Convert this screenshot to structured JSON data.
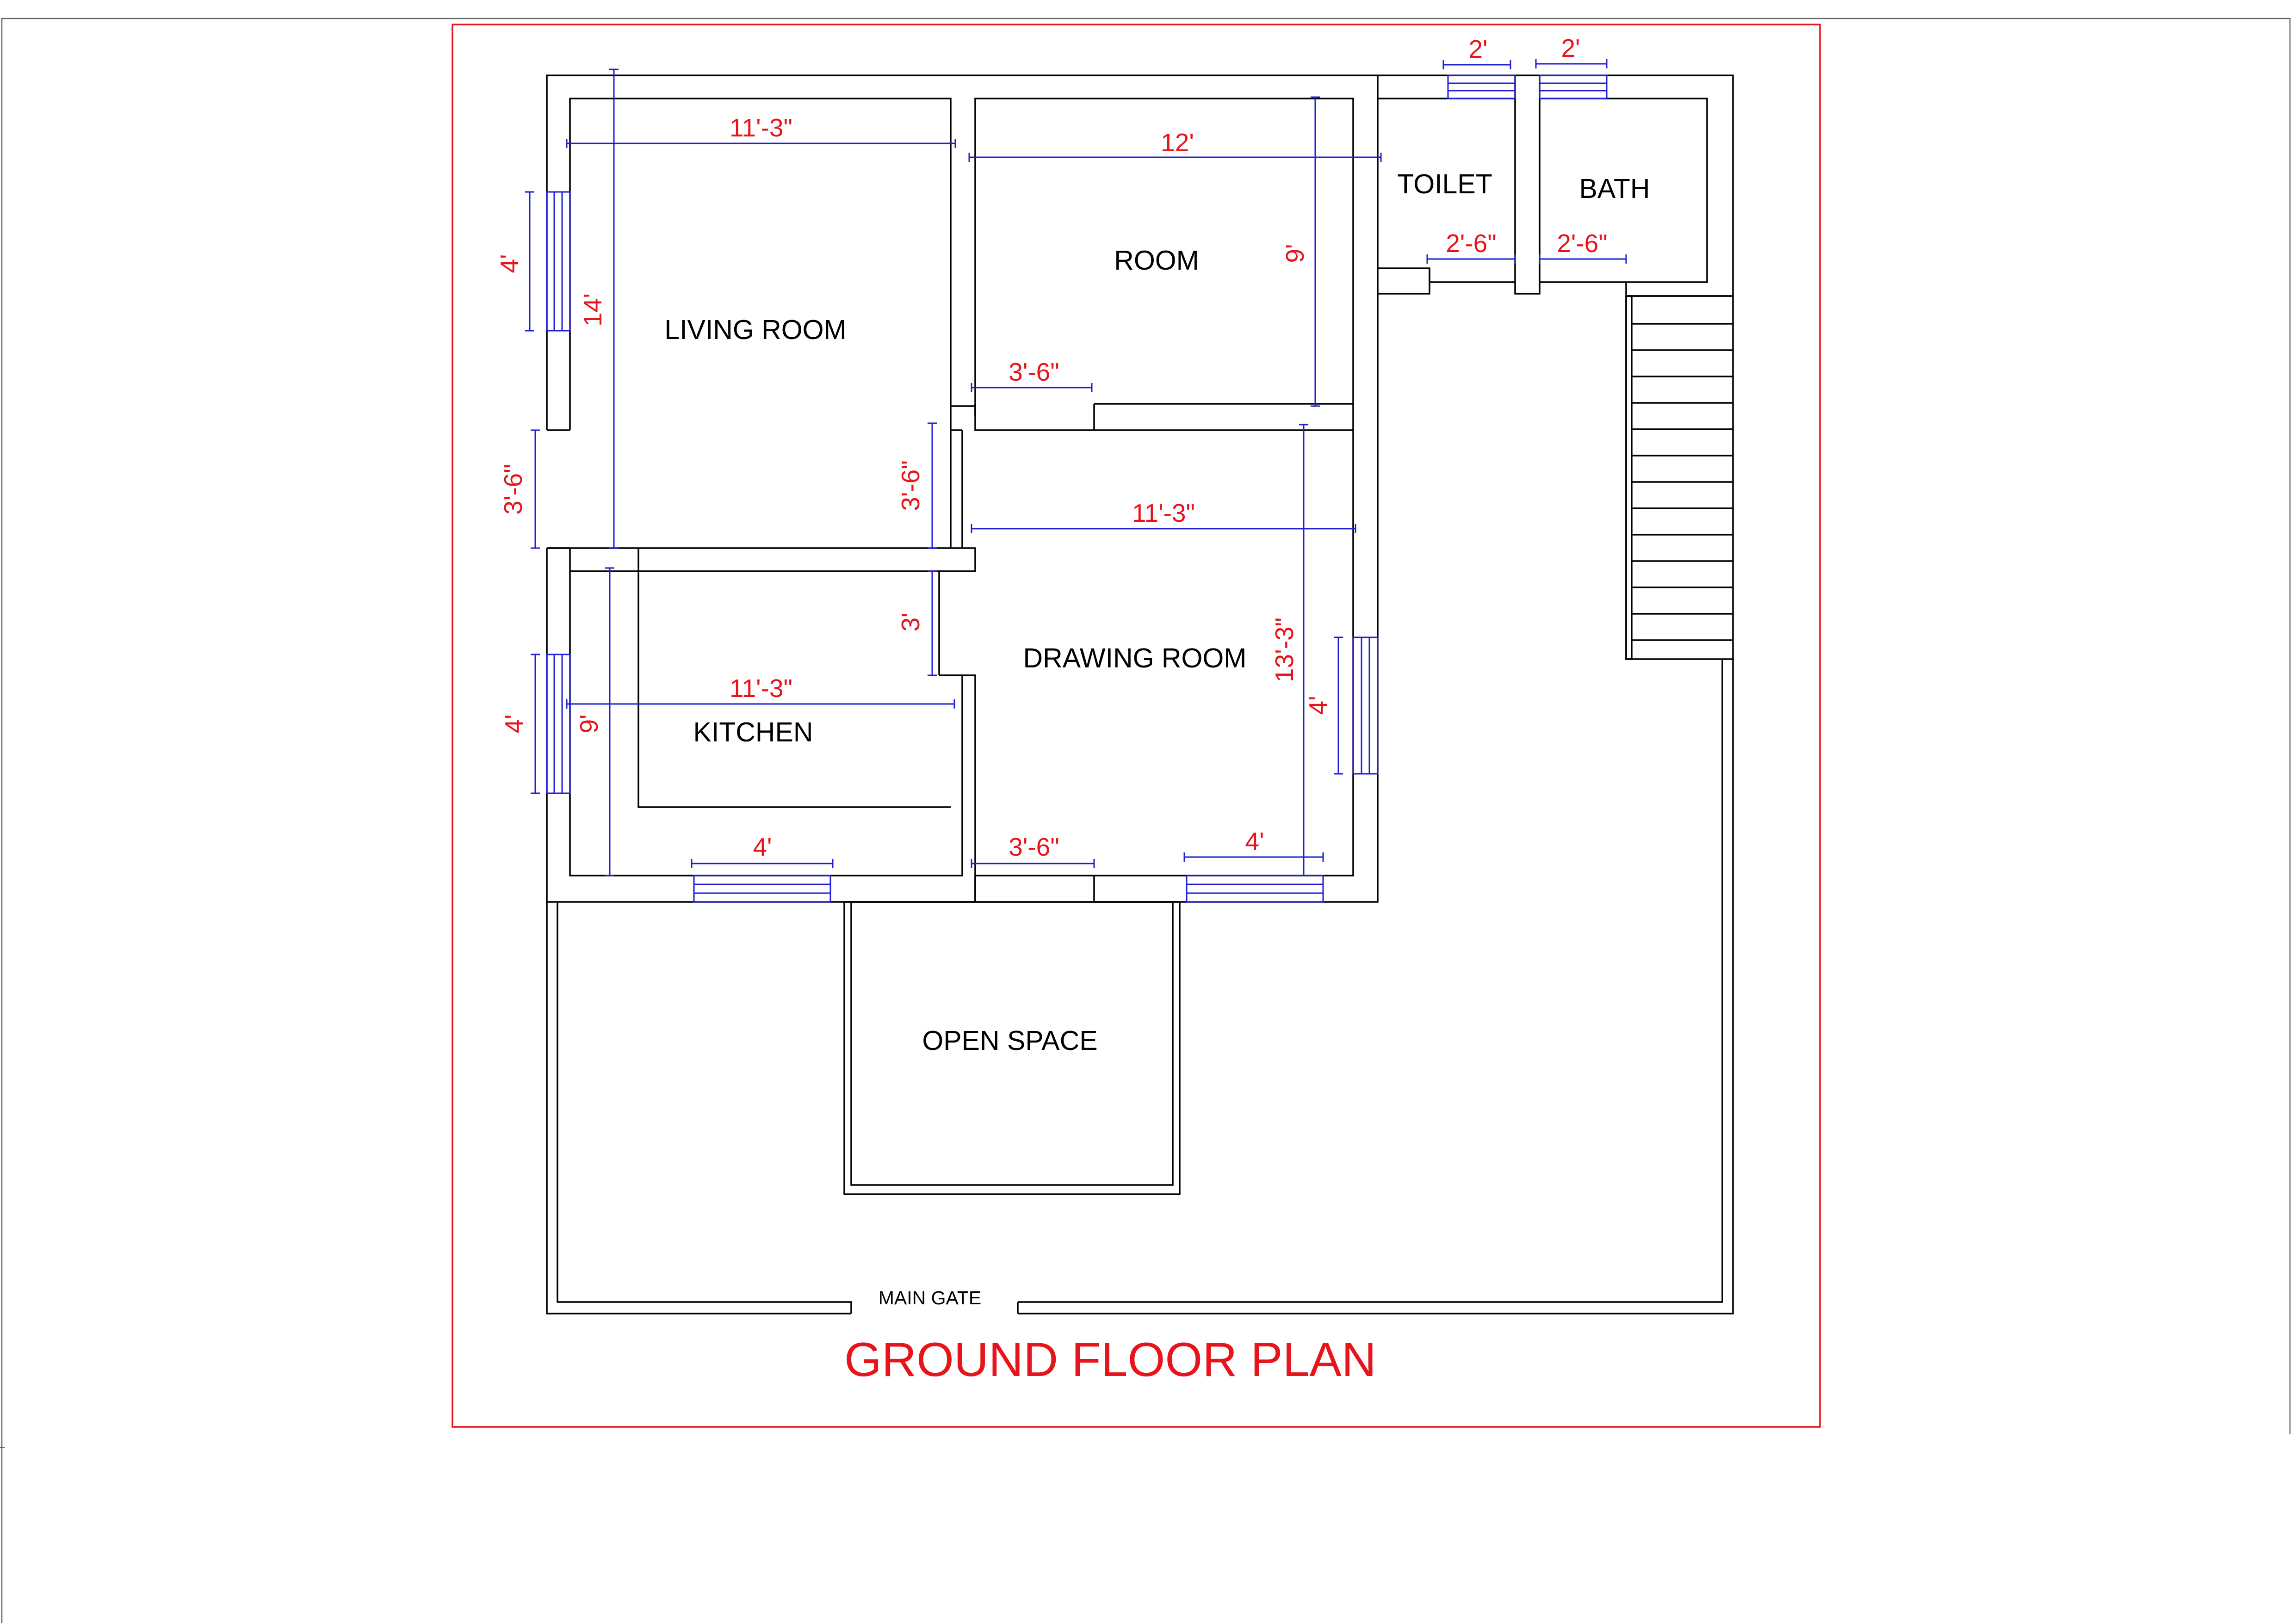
{
  "title": "GROUND FLOOR PLAN",
  "colors": {
    "walls": "#000000",
    "dimension_lines": "#1f1fd6",
    "dimension_text": "#e8141b",
    "border": "#e8141b"
  },
  "rooms": {
    "living_room": "LIVING ROOM",
    "room": "ROOM",
    "toilet": "TOILET",
    "bath": "BATH",
    "kitchen": "KITCHEN",
    "drawing_room": "DRAWING ROOM",
    "open_space": "OPEN SPACE",
    "main_gate": "MAIN GATE"
  },
  "dimensions": {
    "living_width": "11'-3\"",
    "living_height": "14'",
    "living_window": "4'",
    "living_door": "3'-6\"",
    "room_width": "12'",
    "room_height": "9'",
    "room_door": "3'-6\"",
    "toilet_window": "2'",
    "bath_window": "2'",
    "toilet_door": "2'-6\"",
    "bath_door": "2'-6\"",
    "inner_door": "3'-6\"",
    "drawing_width": "11'-3\"",
    "drawing_height": "13'-3\"",
    "drawing_window_right": "4'",
    "drawing_window_bottom": "4'",
    "kitchen_door": "3'",
    "kitchen_width": "11'-3\"",
    "kitchen_height": "9'",
    "kitchen_window_left": "4'",
    "kitchen_window_bottom": "4'",
    "entrance_door": "3'-6\""
  }
}
